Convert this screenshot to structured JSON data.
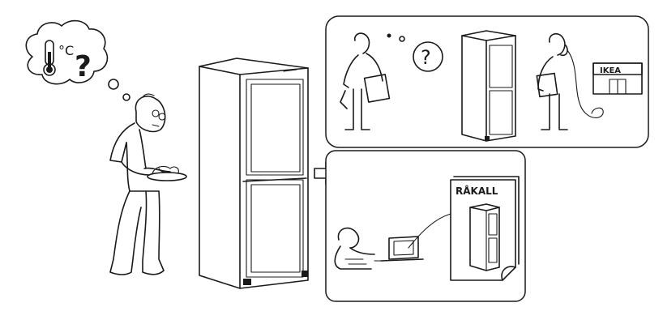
{
  "thought": {
    "unit_label": "°C",
    "question_mark": "?"
  },
  "help_panel": {
    "question_mark": "?",
    "store_sign": "IKEA"
  },
  "online_panel": {
    "manual_title": "RÅKALL"
  },
  "colors": {
    "ink": "#1a1a1a",
    "paper": "#ffffff"
  },
  "icons": [
    "thermometer-icon",
    "question-icon",
    "arrow-right-icon",
    "laptop-icon",
    "manual-booklet-icon",
    "store-icon"
  ]
}
